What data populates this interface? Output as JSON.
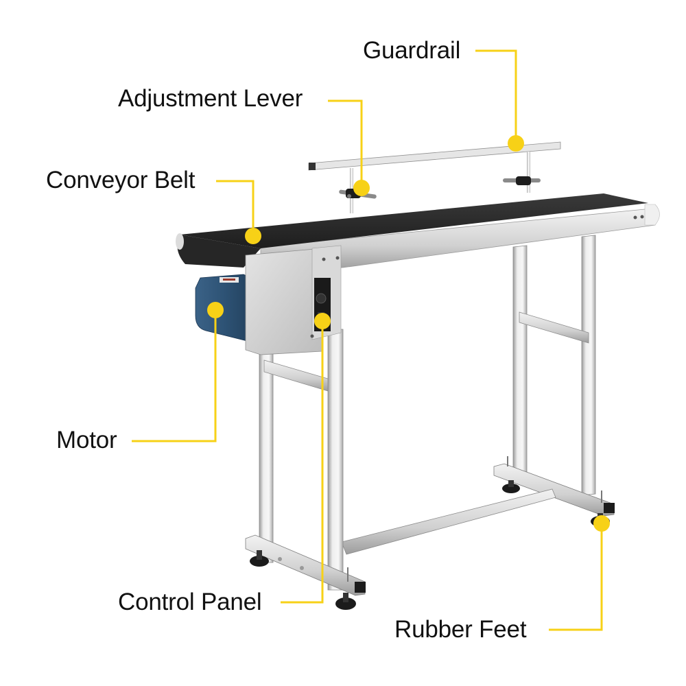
{
  "title": "Conveyor product diagram with labeled parts",
  "colors": {
    "callout": "#f7d117",
    "label_text": "#111111",
    "belt": "#2b2b2b",
    "aluminum": "#d6d6d6",
    "motor": "#2e5070",
    "background": "#ffffff"
  },
  "callouts": [
    {
      "id": "guardrail",
      "label": "Guardrail",
      "part": "guardrail"
    },
    {
      "id": "adjustment-lever",
      "label": "Adjustment Lever",
      "part": "adjustment-lever"
    },
    {
      "id": "conveyor-belt",
      "label": "Conveyor Belt",
      "part": "belt"
    },
    {
      "id": "motor",
      "label": "Motor",
      "part": "motor"
    },
    {
      "id": "control-panel",
      "label": "Control Panel",
      "part": "control-panel"
    },
    {
      "id": "rubber-feet",
      "label": "Rubber Feet",
      "part": "rubber-foot"
    }
  ]
}
